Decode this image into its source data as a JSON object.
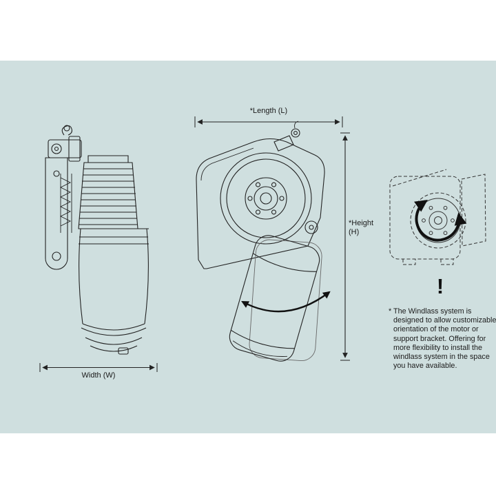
{
  "colors": {
    "panel_bg": "#cfdfdf",
    "line": "#222222",
    "text": "#1a1a1a"
  },
  "dimension_labels": {
    "length": "*Length (L)",
    "height_line1": "*Height",
    "height_line2": "(H)",
    "width": "Width (W)"
  },
  "note": {
    "exclamation": "!",
    "lines": [
      "* The Windlass system is",
      "designed to allow customizable",
      "orientation of the motor or",
      "support bracket. Offering for",
      "more flexibility to install the",
      "windlass system in the space",
      "you have available."
    ]
  }
}
